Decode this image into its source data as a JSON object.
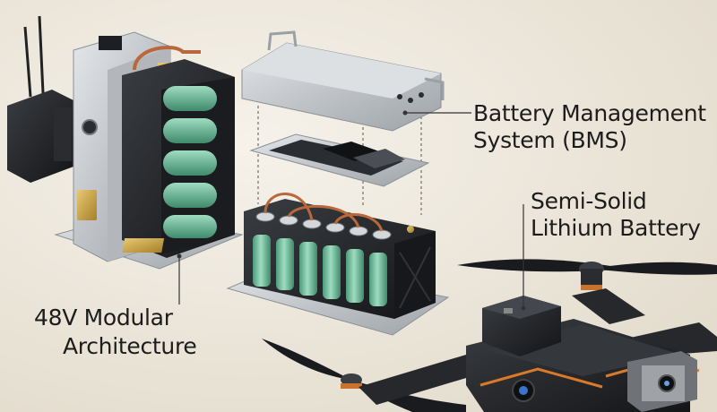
{
  "labels": {
    "bms": {
      "line1": "Battery Management",
      "line2": "System (BMS)"
    },
    "cells": {
      "line1": "Semi-Solid",
      "line2": "Lithium Battery"
    },
    "modular": {
      "line1": "48V Modular",
      "line2": "Architecture"
    }
  },
  "colors": {
    "background": "#efe9dc",
    "cell_green": "#7cc7a6",
    "copper": "#b8683a",
    "casing_dark": "#1d1f22",
    "aluminum": "#c9ccd0",
    "brass": "#c9a54a",
    "leader_line": "#333333"
  },
  "icons": [
    "antenna-icon",
    "power-button-icon",
    "camera-lens-icon",
    "drone-propeller-icon"
  ]
}
